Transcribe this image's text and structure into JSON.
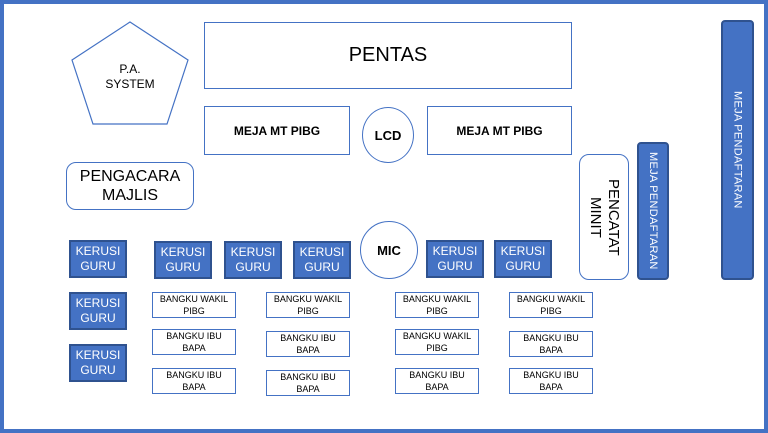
{
  "pa_system": "P.A.\nSYSTEM",
  "pentas": "PENTAS",
  "meja_mt_pibg_left": "MEJA MT PIBG",
  "meja_mt_pibg_right": "MEJA MT PIBG",
  "lcd": "LCD",
  "mic": "MIC",
  "pengacara_majlis": "PENGACARA\nMAJLIS",
  "pencatat_minit": "PENCATAT\nMINIT",
  "meja_pendaftaran_small": "MEJA PENDAFTARAN",
  "meja_pendaftaran_large": "MEJA PENDAFTARAN",
  "kerusi_guru_left": [
    "KERUSI\nGURU",
    "KERUSI\nGURU",
    "KERUSI\nGURU"
  ],
  "kerusi_guru_front": [
    "KERUSI\nGURU",
    "KERUSI\nGURU",
    "KERUSI\nGURU",
    "KERUSI\nGURU",
    "KERUSI\nGURU"
  ],
  "bangku_col1": [
    "BANGKU WAKIL\nPIBG",
    "BANGKU IBU\nBAPA",
    "BANGKU IBU\nBAPA"
  ],
  "bangku_col2": [
    "BANGKU WAKIL\nPIBG",
    "BANGKU IBU\nBAPA",
    "BANGKU IBU\nBAPA"
  ],
  "bangku_col3": [
    "BANGKU WAKIL\nPIBG",
    "BANGKU WAKIL\nPIBG",
    "BANGKU IBU\nBAPA"
  ],
  "bangku_col4": [
    "BANGKU WAKIL\nPIBG",
    "BANGKU IBU\nBAPA",
    "BANGKU IBU\nBAPA"
  ],
  "colors": {
    "accent": "#4472c4",
    "accent_dark": "#2f528f"
  }
}
